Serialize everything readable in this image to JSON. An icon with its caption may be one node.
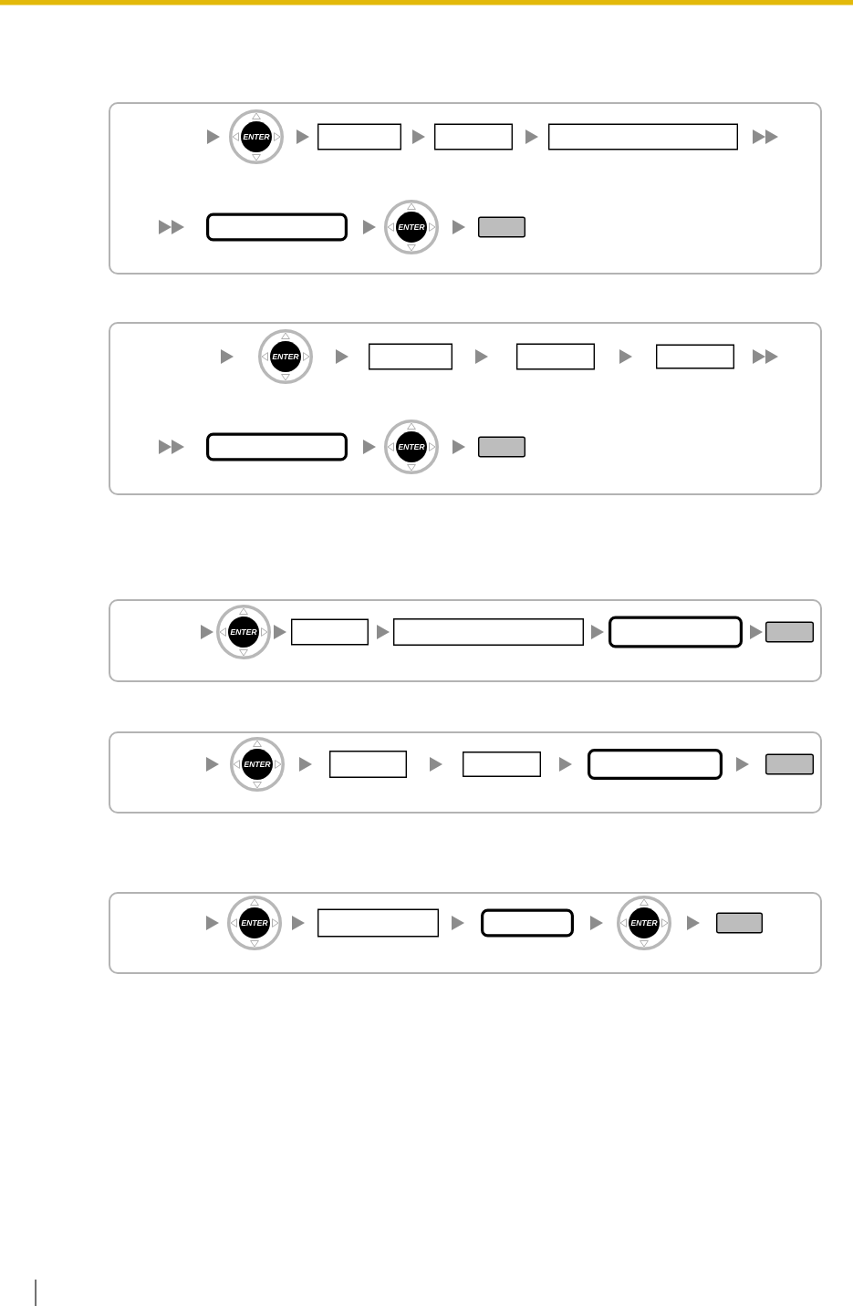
{
  "diagram": {
    "nodes": [
      {
        "text": [],
        "shape": "panel"
      },
      {
        "text": [
          "ENTER"
        ],
        "in": 0
      },
      {
        "text": [],
        "shape": "box",
        "in": 0
      },
      {
        "text": [],
        "shape": "box",
        "in": 0
      },
      {
        "text": [],
        "shape": "box",
        "in": 0
      },
      {
        "text": [],
        "shape": "rounded",
        "in": 0
      },
      {
        "text": [
          "ENTER"
        ],
        "in": 0
      },
      {
        "text": [],
        "shape": "button",
        "in": 0
      },
      {
        "text": [],
        "shape": "panel"
      },
      {
        "text": [
          "ENTER"
        ],
        "in": 8
      },
      {
        "text": [],
        "shape": "box",
        "in": 8
      },
      {
        "text": [],
        "shape": "box",
        "in": 8
      },
      {
        "text": [],
        "shape": "box",
        "in": 8
      },
      {
        "text": [],
        "shape": "rounded",
        "in": 8
      },
      {
        "text": [
          "ENTER"
        ],
        "in": 8
      },
      {
        "text": [],
        "shape": "button",
        "in": 8
      },
      {
        "text": [],
        "shape": "panel"
      },
      {
        "text": [
          "ENTER"
        ],
        "in": 16
      },
      {
        "text": [],
        "shape": "box",
        "in": 16
      },
      {
        "text": [],
        "shape": "box",
        "in": 16
      },
      {
        "text": [],
        "shape": "rounded",
        "in": 16
      },
      {
        "text": [],
        "shape": "button",
        "in": 16
      },
      {
        "text": [],
        "shape": "panel"
      },
      {
        "text": [
          "ENTER"
        ],
        "in": 22
      },
      {
        "text": [],
        "shape": "box",
        "in": 22
      },
      {
        "text": [],
        "shape": "box",
        "in": 22
      },
      {
        "text": [],
        "shape": "rounded",
        "in": 22
      },
      {
        "text": [],
        "shape": "button",
        "in": 22
      },
      {
        "text": [],
        "shape": "panel"
      },
      {
        "text": [
          "ENTER"
        ],
        "in": 28
      },
      {
        "text": [],
        "shape": "box",
        "in": 28
      },
      {
        "text": [],
        "shape": "rounded",
        "in": 28
      },
      {
        "text": [
          "ENTER"
        ],
        "in": 28
      },
      {
        "text": [],
        "shape": "button",
        "in": 28
      }
    ],
    "edges": [
      {
        "from": null,
        "to": 1,
        "arrow": "to"
      },
      {
        "from": 1,
        "to": 2,
        "arrow": "to"
      },
      {
        "from": 2,
        "to": 3,
        "arrow": "to"
      },
      {
        "from": 3,
        "to": 4,
        "arrow": "to"
      },
      {
        "from": 4,
        "to": null,
        "arrow": "to"
      },
      {
        "from": null,
        "to": 5,
        "arrow": "to"
      },
      {
        "from": 5,
        "to": 6,
        "arrow": "to"
      },
      {
        "from": 6,
        "to": 7,
        "arrow": "to"
      },
      {
        "from": null,
        "to": 9,
        "arrow": "to"
      },
      {
        "from": 9,
        "to": 10,
        "arrow": "to"
      },
      {
        "from": 10,
        "to": 11,
        "arrow": "to"
      },
      {
        "from": 11,
        "to": 12,
        "arrow": "to"
      },
      {
        "from": 12,
        "to": null,
        "arrow": "to"
      },
      {
        "from": null,
        "to": 13,
        "arrow": "to"
      },
      {
        "from": 13,
        "to": 14,
        "arrow": "to"
      },
      {
        "from": 14,
        "to": 15,
        "arrow": "to"
      },
      {
        "from": null,
        "to": 17,
        "arrow": "to"
      },
      {
        "from": 17,
        "to": 18,
        "arrow": "to"
      },
      {
        "from": 18,
        "to": 19,
        "arrow": "to"
      },
      {
        "from": 19,
        "to": 20,
        "arrow": "to"
      },
      {
        "from": 20,
        "to": 21,
        "arrow": "to"
      },
      {
        "from": null,
        "to": 23,
        "arrow": "to"
      },
      {
        "from": 23,
        "to": 24,
        "arrow": "to"
      },
      {
        "from": 24,
        "to": 25,
        "arrow": "to"
      },
      {
        "from": 25,
        "to": 26,
        "arrow": "to"
      },
      {
        "from": 26,
        "to": 27,
        "arrow": "to"
      },
      {
        "from": null,
        "to": 29,
        "arrow": "to"
      },
      {
        "from": 29,
        "to": 30,
        "arrow": "to"
      },
      {
        "from": 30,
        "to": 31,
        "arrow": "to"
      },
      {
        "from": 31,
        "to": 32,
        "arrow": "to"
      },
      {
        "from": 32,
        "to": 33,
        "arrow": "to"
      }
    ]
  }
}
